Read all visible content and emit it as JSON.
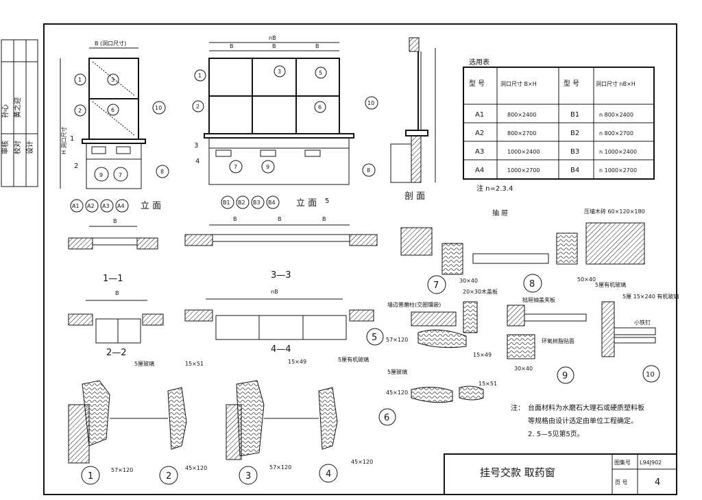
{
  "side_stamp": {
    "rows": [
      "审",
      "核",
      "校",
      "对",
      "设",
      "计"
    ],
    "col1": [
      "审核",
      "校对",
      "设计"
    ],
    "signatures": [
      "孙心",
      "黄之迎"
    ]
  },
  "views": {
    "a_title": "立 面",
    "b_title": "立 面",
    "section_title": "剖 面",
    "plan_title": "抽 屉",
    "a_markers": [
      "A1",
      "A2",
      "A3",
      "A4"
    ],
    "b_markers": [
      "B1",
      "B2",
      "B3",
      "B4"
    ],
    "a_width_label": "B (洞口尺寸)",
    "b_width_label": "nB",
    "a_height_label": "H 洞口尺寸",
    "b_sub_label": "B",
    "cut_marks": [
      "1",
      "2",
      "3",
      "4",
      "5"
    ]
  },
  "sections": {
    "s11": "1—1",
    "s22": "2—2",
    "s33": "3—3",
    "s44": "4—4",
    "dim_b": "B",
    "dim_nb": "nB"
  },
  "details": {
    "d1": "1",
    "d2": "2",
    "d3": "3",
    "d4": "4",
    "d5": "5",
    "d6": "6",
    "d7": "7",
    "d8": "8",
    "d9": "9",
    "d10": "10",
    "glass5": "5厘玻璃",
    "glass5b": "5厘有机玻璃",
    "glass5c": "5厘有机玻璃",
    "glass5d": "5厘玻璃",
    "wood_note": "20×30木盖板",
    "wall_note": "墙边普磨柱(交圈镶嵌)",
    "board_note": "拙屉抽盖夹板",
    "ring_note": "环氧树脂贴面",
    "sill_note": "5厘有机玻璃",
    "dim1": "57×120",
    "dim2": "45×120",
    "dim3": "57×120",
    "dim4": "45×120",
    "dim5": "15×49",
    "dim6": "15×51",
    "dim7": "30×40",
    "dim8": "50×40",
    "dim9": "15×51",
    "dim10": "45×120",
    "wall_wood": "压墙木砖 60×120×180",
    "small_nail": "小铁钉",
    "plastic": "5厘 15×240 有机玻璃"
  },
  "table": {
    "title": "选用表",
    "headers": [
      "型 号",
      "洞口尺寸 B×H",
      "型 号",
      "洞口尺寸 nB×H"
    ],
    "rows": [
      [
        "A1",
        "800×2400",
        "B1",
        "n 800×2400"
      ],
      [
        "A2",
        "800×2700",
        "B2",
        "n 800×2700"
      ],
      [
        "A3",
        "1000×2400",
        "B3",
        "n 1000×2400"
      ],
      [
        "A4",
        "1000×2700",
        "B4",
        "n 1000×2700"
      ]
    ],
    "note": "注  n=2.3.4"
  },
  "notes": {
    "label": "注：",
    "line1": "台面材料为水磨石大理石或硬质塑料板",
    "line2": "等规格由设计选定由单位工程确定。",
    "line3": "2. 5—5见第5页。"
  },
  "title_block": {
    "name": "挂号交款  取药窗",
    "atlas_label": "图集号",
    "atlas_value": "L94J902",
    "page_label": "页 号",
    "page_value": "4"
  }
}
